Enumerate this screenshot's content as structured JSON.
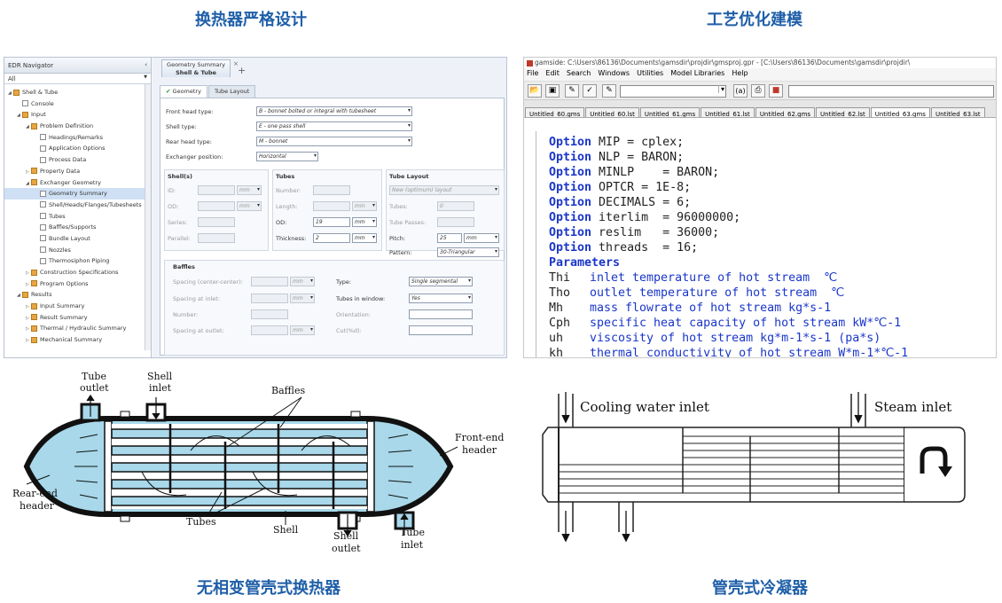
{
  "captions": {
    "top_left": "换热器严格设计",
    "top_right": "工艺优化建模",
    "bottom_left": "无相变管壳式换热器",
    "bottom_right": "管壳式冷凝器"
  },
  "edr": {
    "navigator_title": "EDR Navigator",
    "filter_value": "All",
    "tree": [
      {
        "label": "Shell & Tube",
        "level": 0,
        "icon": "folder",
        "expanded": true
      },
      {
        "label": "Console",
        "level": 1,
        "icon": "page"
      },
      {
        "label": "Input",
        "level": 1,
        "icon": "folder",
        "expanded": true
      },
      {
        "label": "Problem Definition",
        "level": 2,
        "icon": "folder",
        "expanded": true
      },
      {
        "label": "Headings/Remarks",
        "level": 3,
        "icon": "page"
      },
      {
        "label": "Application Options",
        "level": 3,
        "icon": "page"
      },
      {
        "label": "Process Data",
        "level": 3,
        "icon": "page"
      },
      {
        "label": "Property Data",
        "level": 2,
        "icon": "folder",
        "expanded": false
      },
      {
        "label": "Exchanger Geometry",
        "level": 2,
        "icon": "folder",
        "expanded": true
      },
      {
        "label": "Geometry Summary",
        "level": 3,
        "icon": "page",
        "selected": true
      },
      {
        "label": "Shell/Heads/Flanges/Tubesheets",
        "level": 3,
        "icon": "page"
      },
      {
        "label": "Tubes",
        "level": 3,
        "icon": "page"
      },
      {
        "label": "Baffles/Supports",
        "level": 3,
        "icon": "page"
      },
      {
        "label": "Bundle Layout",
        "level": 3,
        "icon": "page"
      },
      {
        "label": "Nozzles",
        "level": 3,
        "icon": "page"
      },
      {
        "label": "Thermosiphon Piping",
        "level": 3,
        "icon": "page"
      },
      {
        "label": "Construction Specifications",
        "level": 2,
        "icon": "folder",
        "expanded": false
      },
      {
        "label": "Program Options",
        "level": 2,
        "icon": "folder",
        "expanded": false
      },
      {
        "label": "Results",
        "level": 1,
        "icon": "folder",
        "expanded": true
      },
      {
        "label": "Input Summary",
        "level": 2,
        "icon": "folder",
        "expanded": false
      },
      {
        "label": "Result Summary",
        "level": 2,
        "icon": "folder",
        "expanded": false
      },
      {
        "label": "Thermal / Hydraulic Summary",
        "level": 2,
        "icon": "folder",
        "expanded": false
      },
      {
        "label": "Mechanical Summary",
        "level": 2,
        "icon": "folder",
        "expanded": false
      }
    ],
    "doc_tab": {
      "line1": "Geometry Summary",
      "line2": "Shell & Tube"
    },
    "tabs": [
      "Geometry",
      "Tube Layout"
    ],
    "front_head_type": {
      "label": "Front head type:",
      "value": "B - bonnet bolted or integral with tubesheet"
    },
    "shell_type": {
      "label": "Shell type:",
      "value": "E - one pass shell"
    },
    "rear_head_type": {
      "label": "Rear head type:",
      "value": "M - bonnet"
    },
    "exchanger_position": {
      "label": "Exchanger position:",
      "value": "Horizontal"
    },
    "shells": {
      "title": "Shell(s)",
      "id": "ID:",
      "od": "OD:",
      "series": "Series:",
      "parallel": "Parallel:",
      "unit": "mm"
    },
    "tubes": {
      "title": "Tubes",
      "number": "Number:",
      "length": "Length:",
      "od": "OD:",
      "od_value": "19",
      "thickness": "Thickness:",
      "thickness_value": "2",
      "unit": "mm"
    },
    "tube_layout": {
      "title": "Tube Layout",
      "layout_value": "New (optimum) layout",
      "tubes": "Tubes:",
      "tubes_value": "0",
      "tube_passes": "Tube Passes:",
      "pitch": "Pitch:",
      "pitch_value": "25",
      "pattern": "Pattern:",
      "pattern_value": "30-Triangular",
      "unit": "mm"
    },
    "baffles": {
      "title": "Baffles",
      "spacing_cc": "Spacing (center-center):",
      "spacing_inlet": "Spacing at inlet:",
      "number": "Number:",
      "spacing_outlet": "Spacing at outlet:",
      "type": "Type:",
      "type_value": "Single segmental",
      "tubes_in_window": "Tubes in window:",
      "tubes_in_window_value": "Yes",
      "orientation": "Orientation:",
      "cut": "Cut(%d):",
      "unit": "mm"
    }
  },
  "gams": {
    "title": "gamside: C:\\Users\\86136\\Documents\\gamsdir\\projdir\\gmsproj.gpr - [C:\\Users\\86136\\Documents\\gamsdir\\projdir\\",
    "menu": [
      "File",
      "Edit",
      "Search",
      "Windows",
      "Utilities",
      "Model Libraries",
      "Help"
    ],
    "file_tabs": [
      "Untitled_60.gms",
      "Untitled_60.lst",
      "Untitled_61.gms",
      "Untitled_61.lst",
      "Untitled_62.gms",
      "Untitled_62.lst",
      "Untitled_63.gms",
      "Untitled_63.lst"
    ],
    "active_tab": 6,
    "code": [
      {
        "kw": "Option",
        "rest": " MIP = cplex;"
      },
      {
        "kw": "Option",
        "rest": " NLP = BARON;"
      },
      {
        "kw": "Option",
        "rest": " MINLP    = BARON;"
      },
      {
        "kw": "Option",
        "rest": " OPTCR = 1E-8;"
      },
      {
        "kw": "Option",
        "rest": " DECIMALS = 6;"
      },
      {
        "kw": "Option",
        "rest": " iterlim  = 96000000;"
      },
      {
        "kw": "Option",
        "rest": " reslim   = 36000;"
      },
      {
        "kw": "Option",
        "rest": " threads  = 16;"
      },
      {
        "kw": "Parameters",
        "rest": ""
      }
    ],
    "params": [
      {
        "name": "Thi",
        "desc": "inlet temperature of hot stream  ℃"
      },
      {
        "name": "Tho",
        "desc": "outlet temperature of hot stream  ℃"
      },
      {
        "name": "Mh",
        "desc": "mass flowrate of hot stream kg*s-1"
      },
      {
        "name": "Cph",
        "desc": "specific heat capacity of hot stream kW*℃-1"
      },
      {
        "name": "uh",
        "desc": "viscosity of hot stream kg*m-1*s-1 (pa*s)"
      },
      {
        "name": "kh",
        "desc": "thermal conductivity of hot stream W*m-1*℃-1"
      }
    ]
  },
  "exchanger_diagram": {
    "labels": {
      "tube_outlet": [
        "Tube",
        "outlet"
      ],
      "shell_inlet": [
        "Shell",
        "inlet"
      ],
      "baffles": "Baffles",
      "front_end_header": [
        "Front-end",
        "header"
      ],
      "rear_end_header": [
        "Rear-end",
        "header"
      ],
      "tubes": "Tubes",
      "shell": "Shell",
      "shell_outlet": [
        "Shell",
        "outlet"
      ],
      "tube_inlet": [
        "Tube",
        "inlet"
      ]
    },
    "colors": {
      "fluid": "#a8d8ea"
    }
  },
  "condenser_diagram": {
    "labels": {
      "cooling_water_inlet": "Cooling water inlet",
      "steam_inlet": "Steam inlet"
    }
  }
}
